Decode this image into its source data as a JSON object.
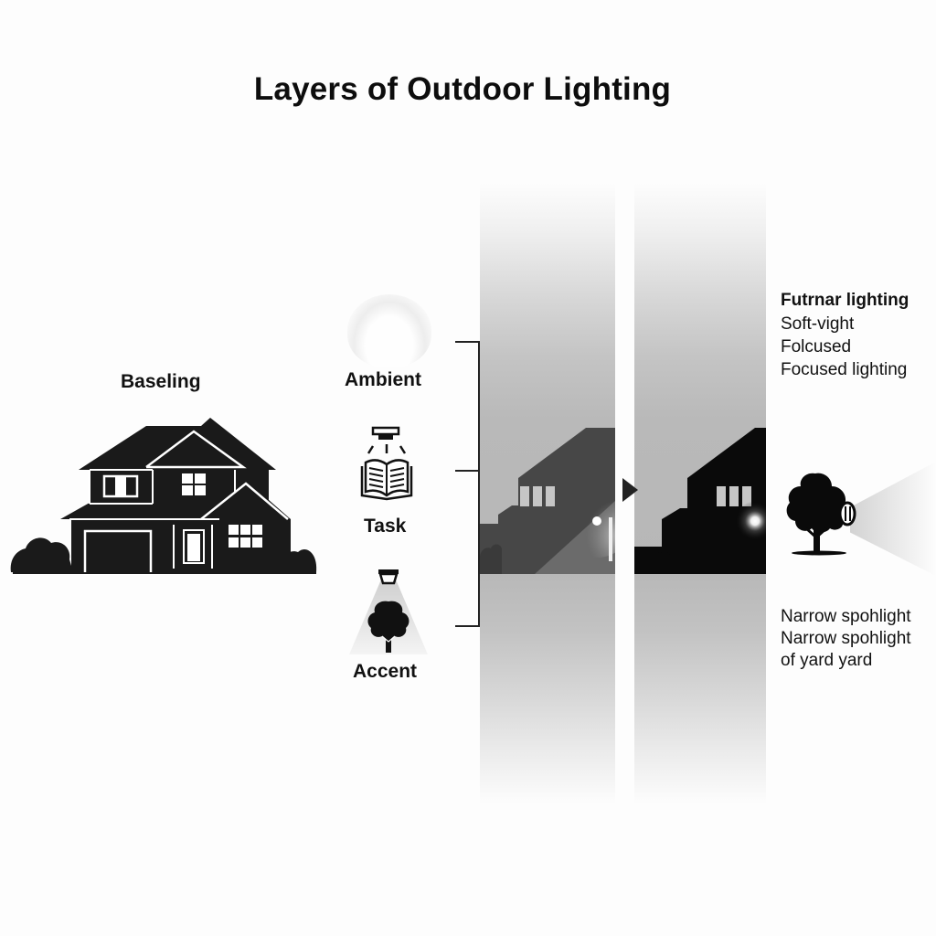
{
  "title": "Layers of Outdoor Lighting",
  "baseline": {
    "label": "Baseling",
    "icon": "house-silhouette-icon"
  },
  "layers": [
    {
      "label": "Ambient",
      "icon": "ambient-glow-icon"
    },
    {
      "label": "Task",
      "icon": "ceiling-light-book-icon"
    },
    {
      "label": "Accent",
      "icon": "spotlight-tree-icon"
    }
  ],
  "panels": [
    {
      "name": "ambient-lit-house-scene",
      "icon": "house-with-lamp-post-icon"
    },
    {
      "name": "accent-lit-house-scene",
      "icon": "house-with-wall-light-icon"
    }
  ],
  "transition_icon": "play-arrow-icon",
  "right_top_text": {
    "heading": "Futrnar lighting",
    "lines": [
      "Soft-vight",
      "Folcused",
      "Focused lighting"
    ]
  },
  "right_icon": "tree-with-spotlight-icon",
  "right_bottom_text": {
    "lines": [
      "Narrow spohlight",
      "Narrow spohlight",
      "of yard yard"
    ]
  },
  "colors": {
    "ink": "#111111",
    "background": "#fdfdfd",
    "panel_gray": "#b8b8b8",
    "house_dark_gray": "#444444",
    "house_black": "#0a0a0a"
  }
}
